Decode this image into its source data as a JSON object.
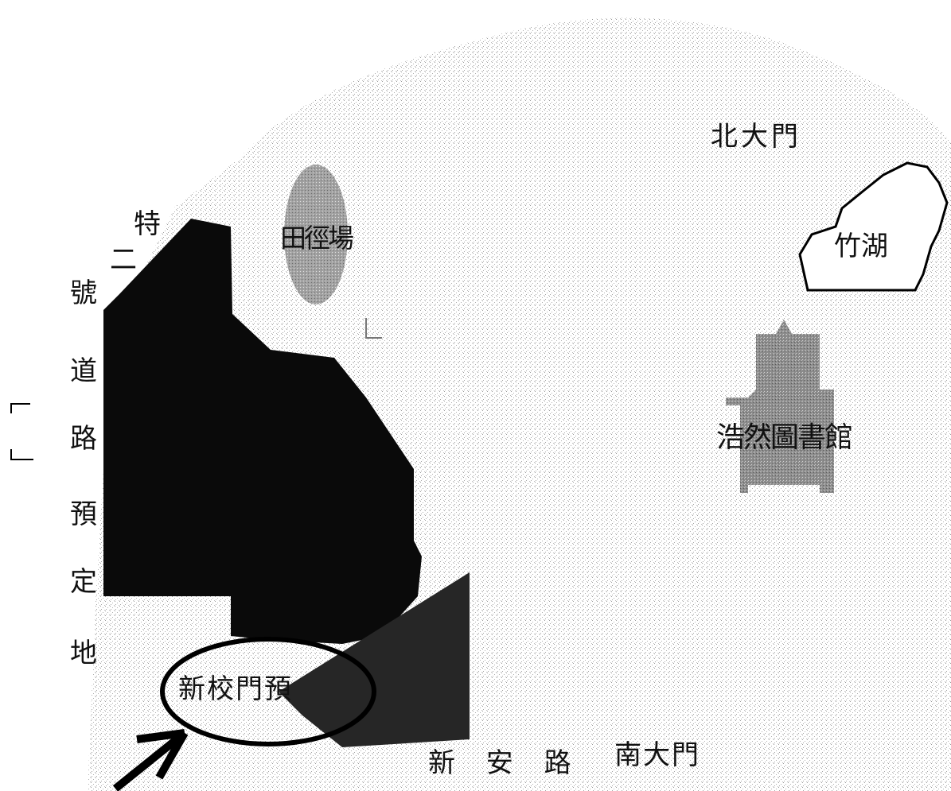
{
  "labels": {
    "north_gate": "北大門",
    "bamboo_lake": "竹湖",
    "library": "浩然圖書館",
    "track_field": "田徑場",
    "new_gate_planned": "新校門預",
    "xinan_road": "新 安 路",
    "south_gate": "南大門",
    "road_line1": "特",
    "road_line2": "二",
    "road_chars": [
      "號",
      "道",
      "路",
      "預",
      "定",
      "地"
    ]
  },
  "colors": {
    "stipple_background": "#d4d4d4",
    "dark_buildings": "#0a0a0a",
    "dark_triangle": "#2b2b2b",
    "track_field_fill": "#9a9a9a",
    "library_fill": "#8a8a8a",
    "outline": "#000000"
  },
  "icons": {
    "arrow": "arrow-pointing-northeast",
    "bracket": "corner-bracket"
  }
}
